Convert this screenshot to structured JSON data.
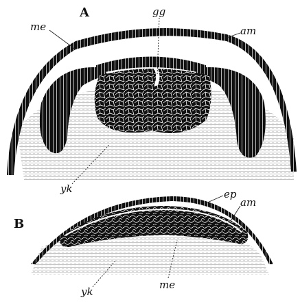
{
  "figure": {
    "panel_a": {
      "letter": "A",
      "labels": {
        "gg": "gg",
        "me": "me",
        "am": "am",
        "yk": "yk"
      }
    },
    "panel_b": {
      "letter": "B",
      "labels": {
        "ep": "ep",
        "am": "am",
        "yk": "yk",
        "me": "me"
      }
    }
  }
}
